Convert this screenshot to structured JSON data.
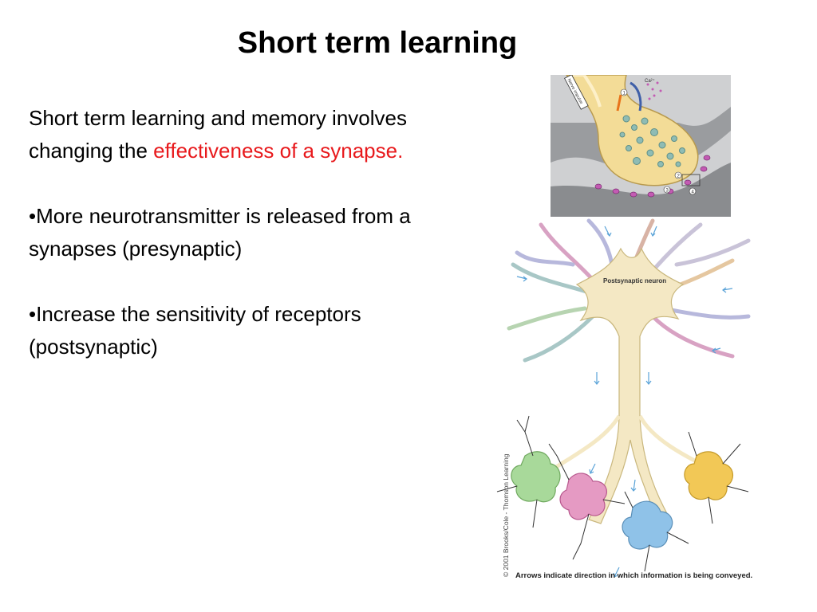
{
  "slide": {
    "title": "Short term learning",
    "intro": {
      "lead": "Short term learning and memory involves changing the ",
      "highlight": "effectiveness of a synapse."
    },
    "bullet1": {
      "marker": "•",
      "text": "More neurotransmitter is released from a synapses (presynaptic)"
    },
    "bullet2": {
      "marker": "•",
      "text": "Increase  the sensitivity of receptors (postsynaptic)"
    }
  },
  "figure_synapse": {
    "axon_label": "Nerve impulse",
    "ion_label": "Ca²⁺",
    "step_numbers": [
      "1",
      "2",
      "3",
      "4"
    ]
  },
  "figure_neuron": {
    "neuron_label": "Postsynaptic neuron",
    "credit": "© 2001 Brooks/Cole - Thomson Learning",
    "caption": "Arrows indicate direction in which information is being conveyed."
  },
  "colors": {
    "highlight": "#e8191c",
    "axon_fill": "#f3dc97",
    "neuron_fill": "#f4e8c4",
    "membrane_gray": "#7d7f82",
    "vesicle": "#8fbcb4",
    "receptor": "#c35bb3"
  }
}
